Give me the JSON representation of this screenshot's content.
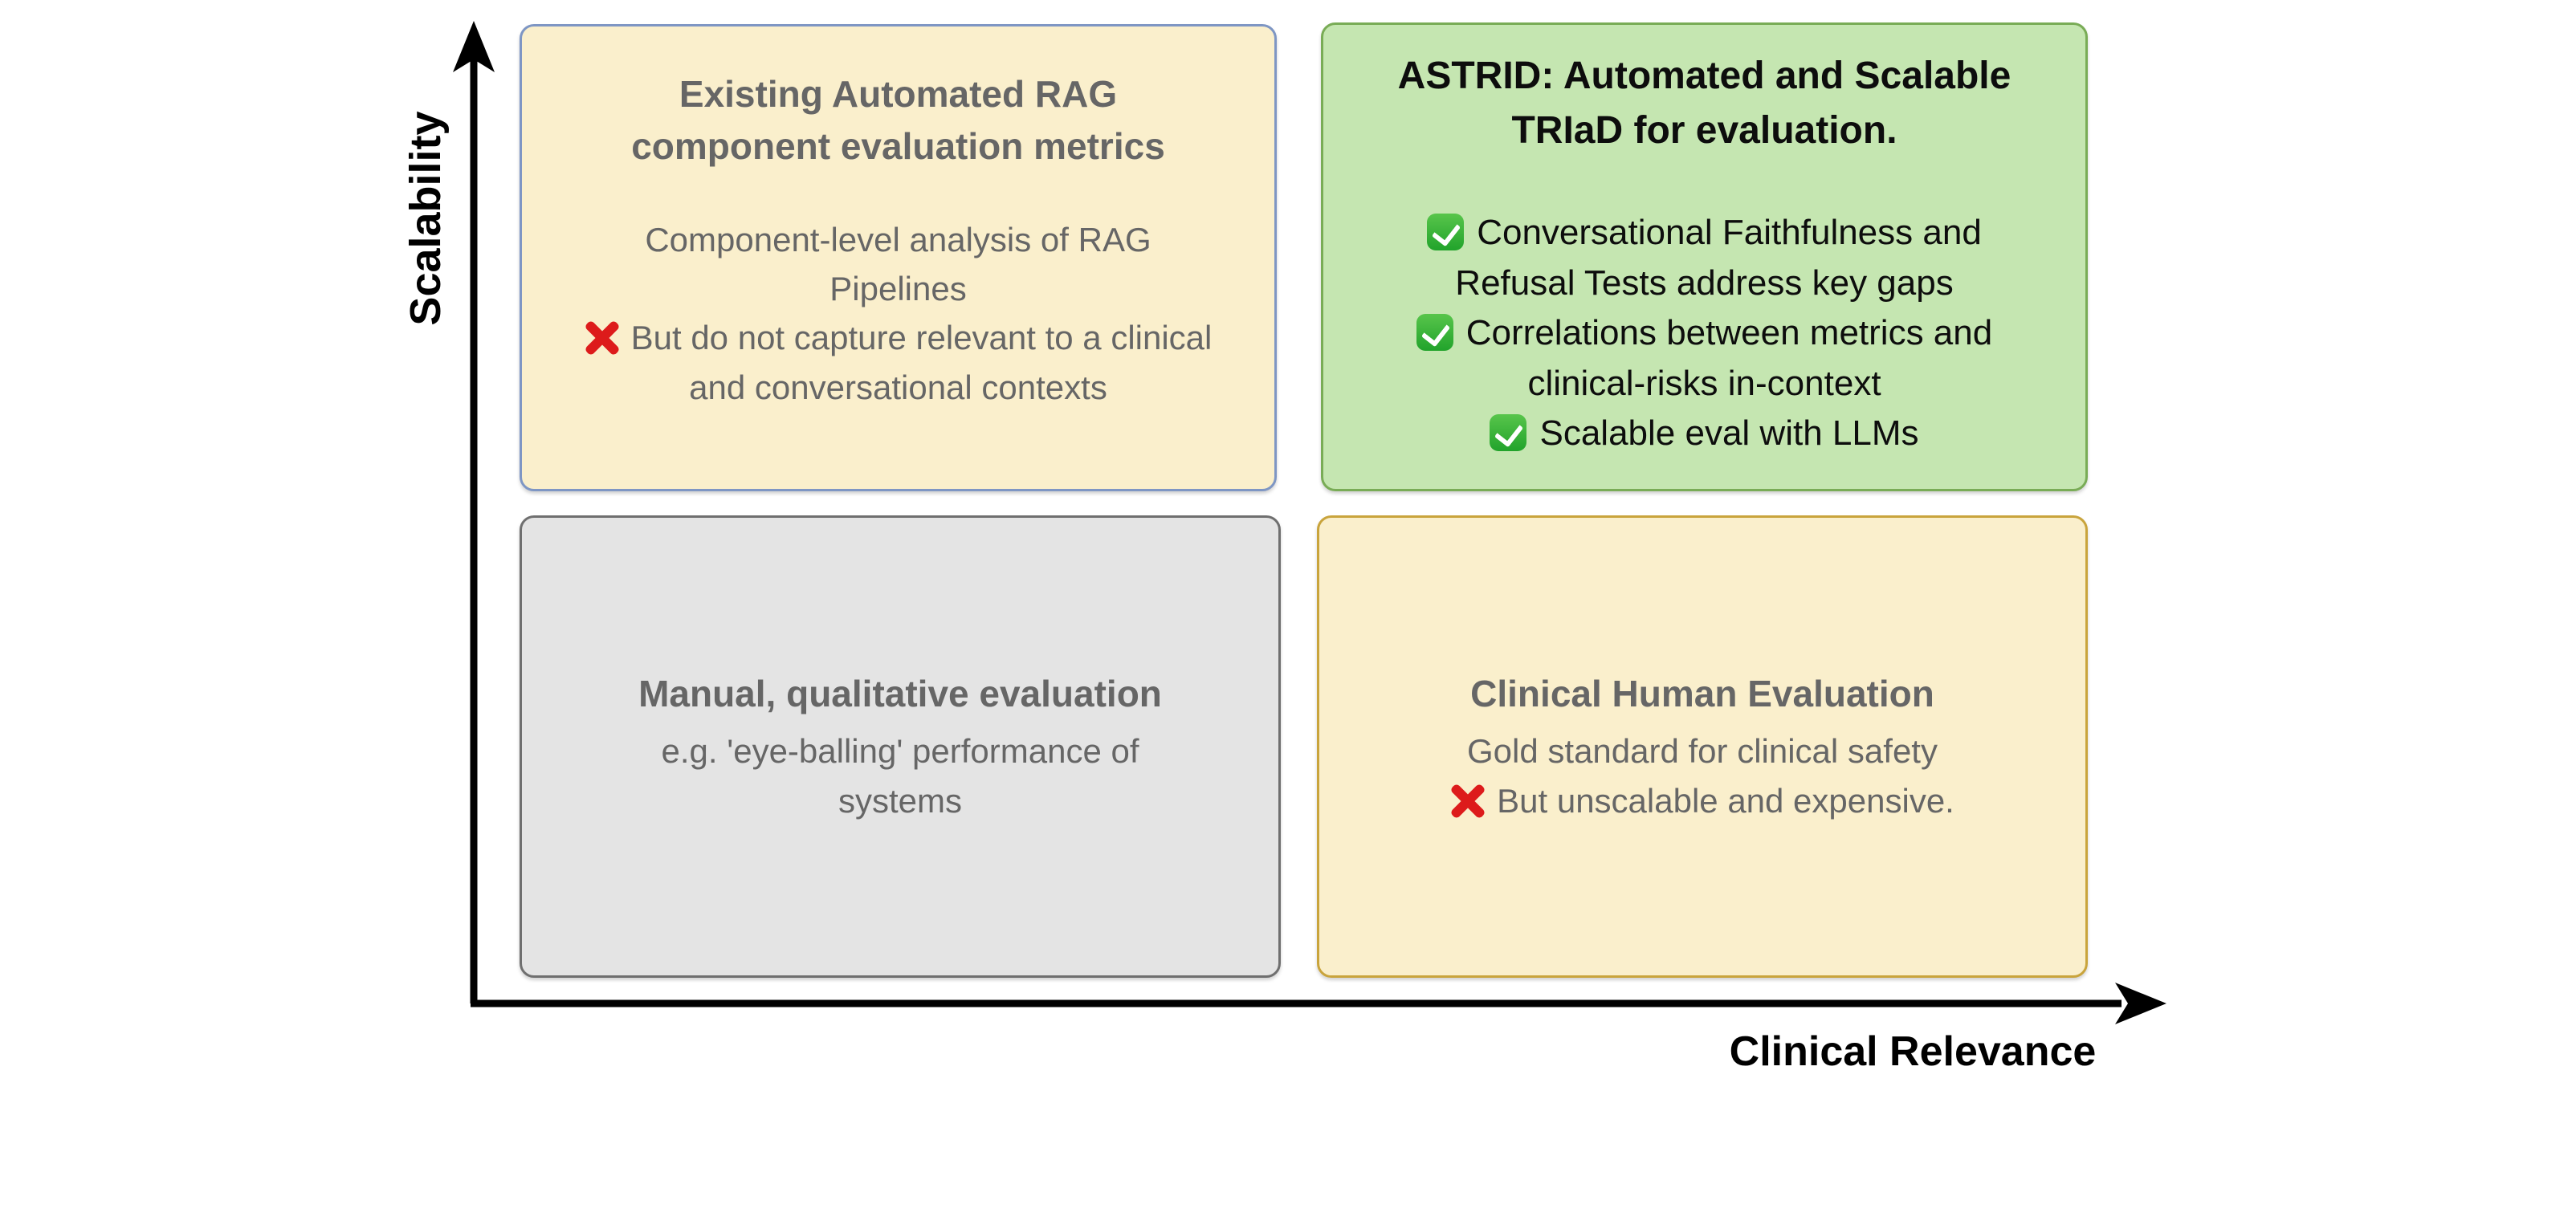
{
  "axes": {
    "y_label": "Scalability",
    "x_label": "Clinical Relevance"
  },
  "icons": {
    "positive": "green-check-icon",
    "negative": "red-cross-icon"
  },
  "quadrants": {
    "top_left": {
      "title": "Existing Automated RAG component evaluation metrics",
      "body": "Component-level analysis of RAG Pipelines",
      "con": "But do not capture relevant to a clinical and conversational contexts",
      "bg_color": "#FAEFCC",
      "border_color": "#7E96C4"
    },
    "top_right": {
      "title": "ASTRID: Automated and Scalable TRIaD for evaluation.",
      "pros": [
        "Conversational Faithfulness and Refusal Tests address key gaps",
        "Correlations between metrics and clinical-risks in-context",
        "Scalable eval with LLMs"
      ],
      "bg_color": "#C5E6B1",
      "border_color": "#79AC56"
    },
    "bottom_left": {
      "title": "Manual, qualitative evaluation",
      "body": "e.g. 'eye-balling' performance of systems",
      "bg_color": "#E4E4E4",
      "border_color": "#6F6F6F"
    },
    "bottom_right": {
      "title": "Clinical Human Evaluation",
      "body": "Gold standard for clinical safety",
      "con": "But unscalable and expensive.",
      "bg_color": "#FAEFCC",
      "border_color": "#C9A43C"
    }
  },
  "colors": {
    "axis": "#000000",
    "gray_text": "#666666",
    "black_text": "#0d0d0d",
    "check_green": "#21A32B",
    "cross_red": "#DD1B1B"
  }
}
